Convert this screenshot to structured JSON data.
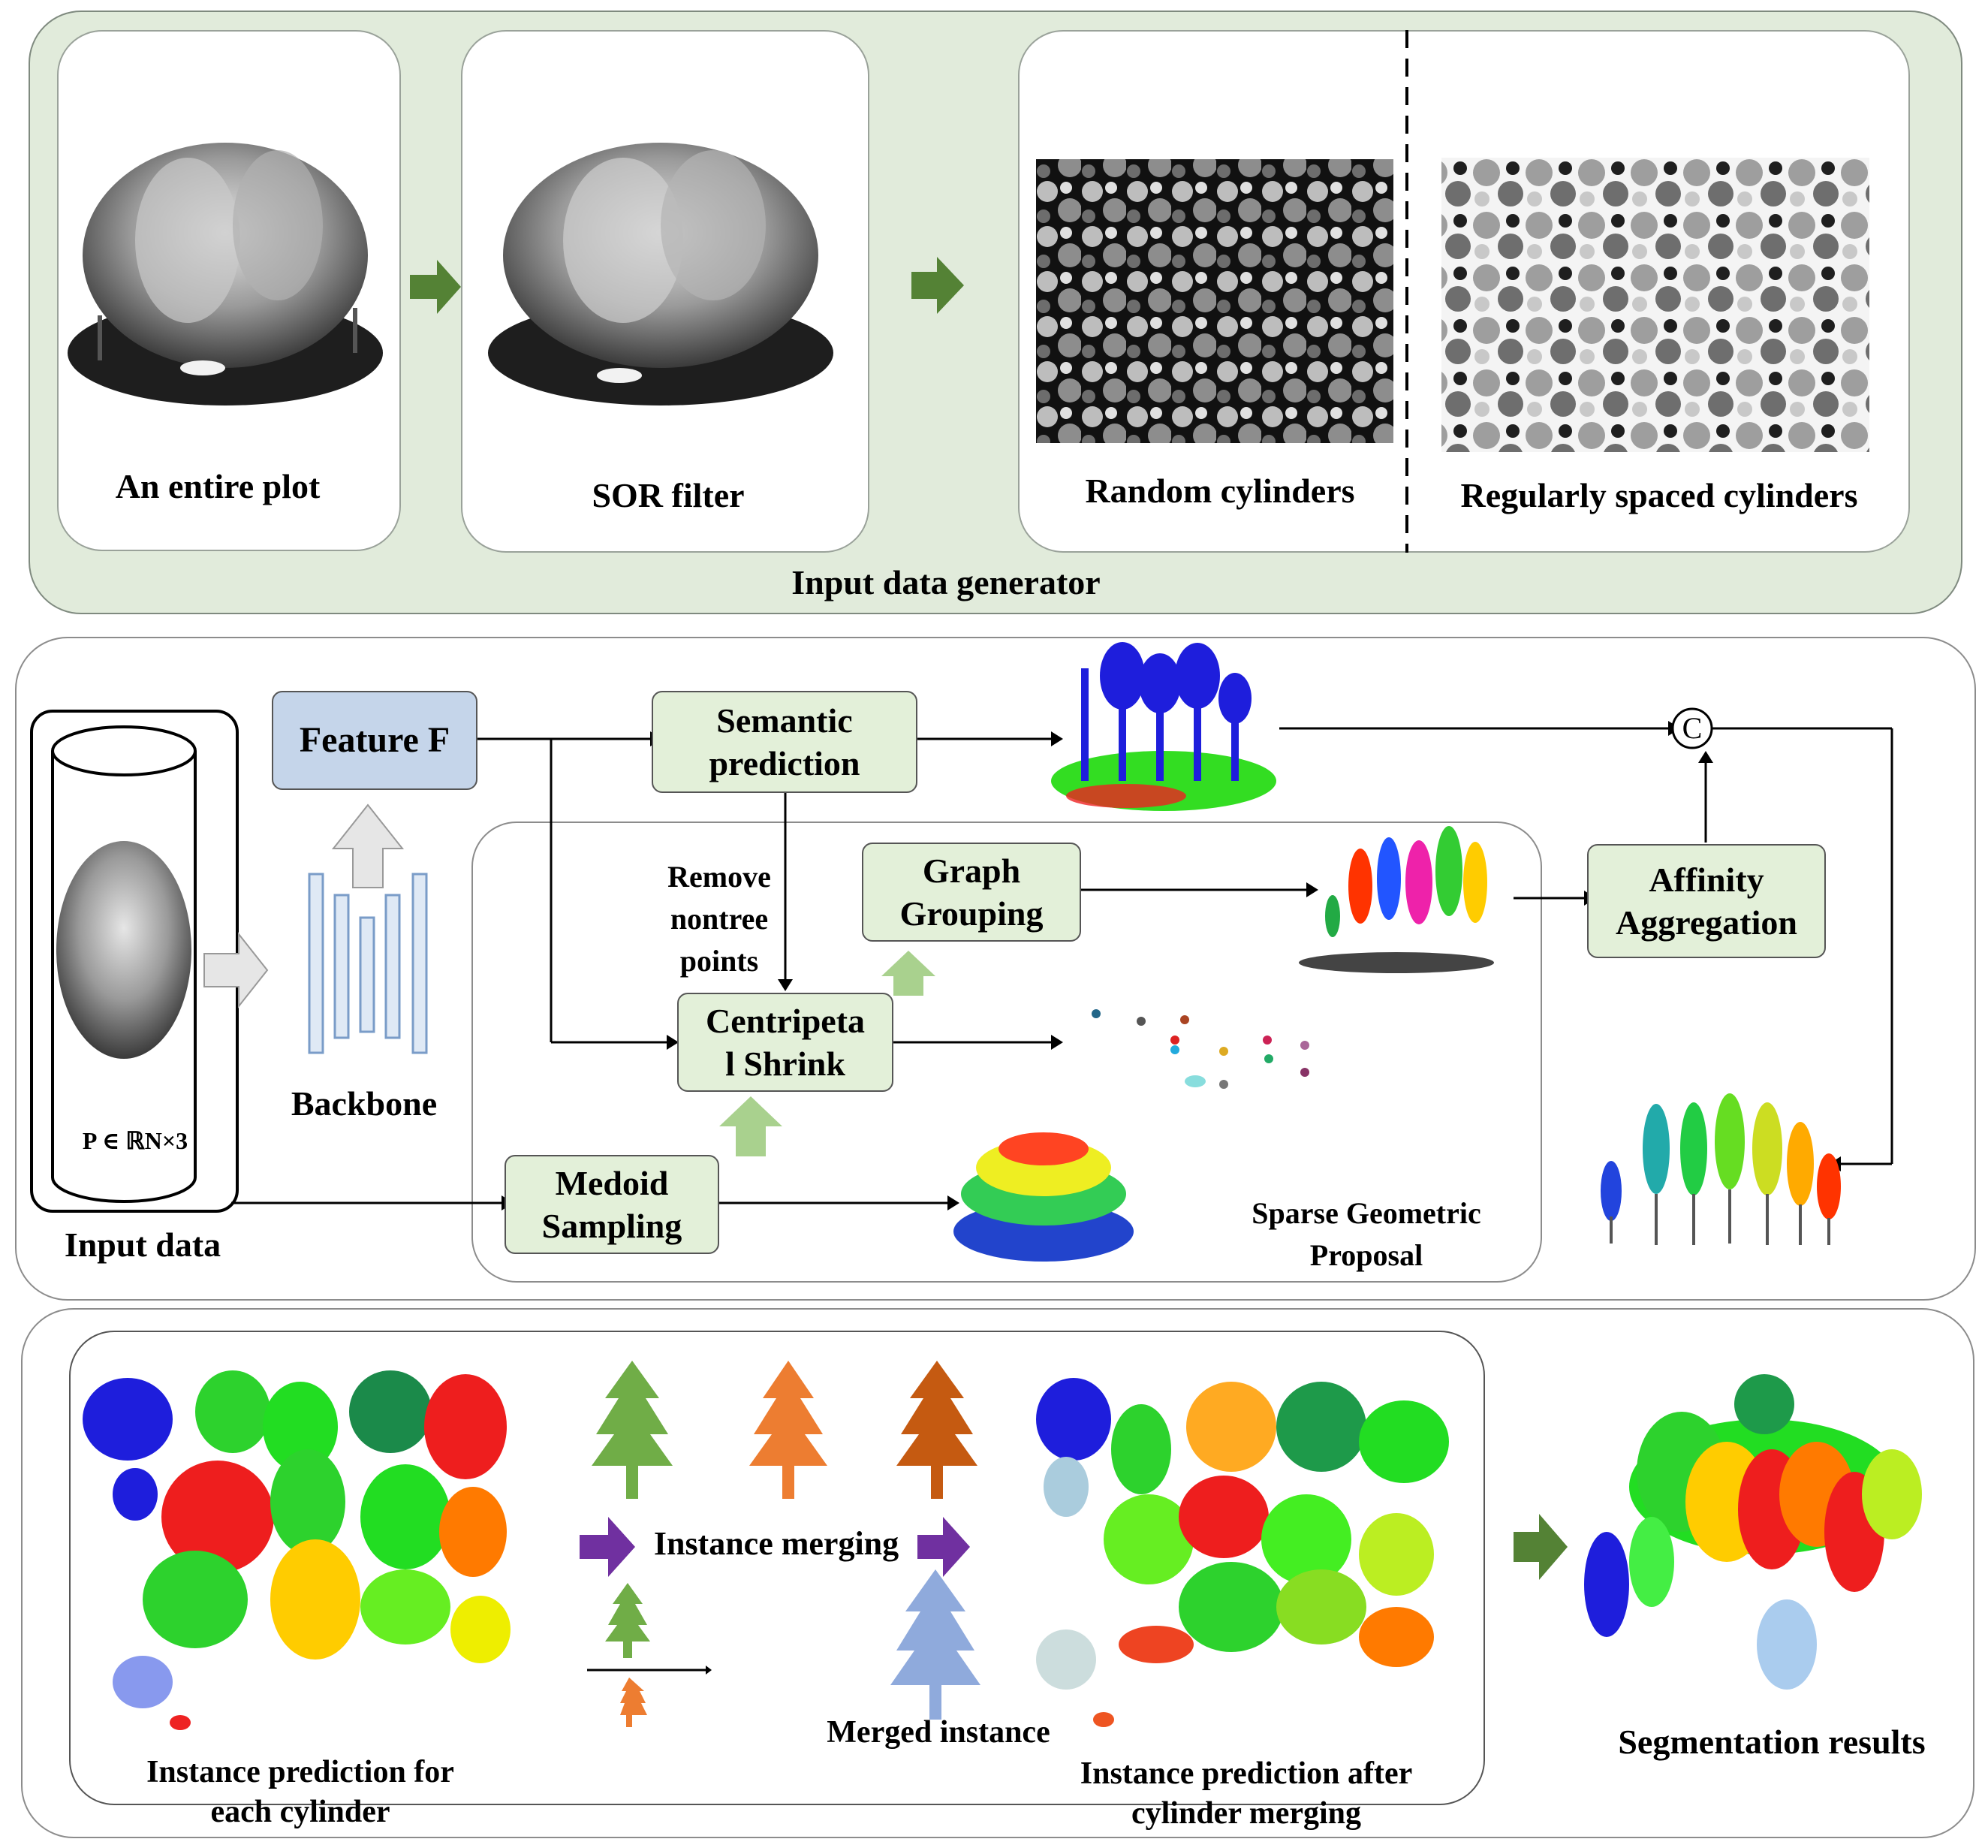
{
  "stage1": {
    "panel_title": "Input data generator",
    "card1_label": "An entire plot",
    "card2_label": "SOR filter",
    "card3_left_label": "Random cylinders",
    "card3_right_label": "Regularly spaced cylinders"
  },
  "stage2": {
    "feature": "Feature F",
    "backbone": "Backbone",
    "input_label": "Input data",
    "input_formula": "P ∈ ℝN×3",
    "semantic": [
      "Semantic",
      "prediction"
    ],
    "remove": [
      "Remove",
      "nontree",
      "points"
    ],
    "graph": [
      "Graph",
      "Grouping"
    ],
    "centripetal": [
      "Centripeta",
      "l Shrink"
    ],
    "medoid": [
      "Medoid",
      "Sampling"
    ],
    "affinity": [
      "Affinity",
      "Aggregation"
    ],
    "sgp": [
      "Sparse Geometric",
      "Proposal"
    ],
    "concat_symbol": "C"
  },
  "stage3": {
    "left_caption": [
      "Instance prediction for",
      "each cylinder"
    ],
    "instance_merging": "Instance merging",
    "merged_instance": "Merged instance",
    "right_caption": [
      "Instance prediction after",
      "cylinder merging"
    ],
    "results": "Segmentation results"
  },
  "colors": {
    "panel_green": "#e1ebdb",
    "arrow_green": "#548235",
    "arrow_purple": "#7030a0",
    "box_green": "#e3f0d9",
    "box_blue": "#c5d5ea",
    "light_green_arrow": "#a9d18e",
    "tree_green": "#70ad47",
    "tree_orange": "#ed7d31",
    "tree_rust": "#c55a11",
    "tree_blue": "#8faadc"
  }
}
